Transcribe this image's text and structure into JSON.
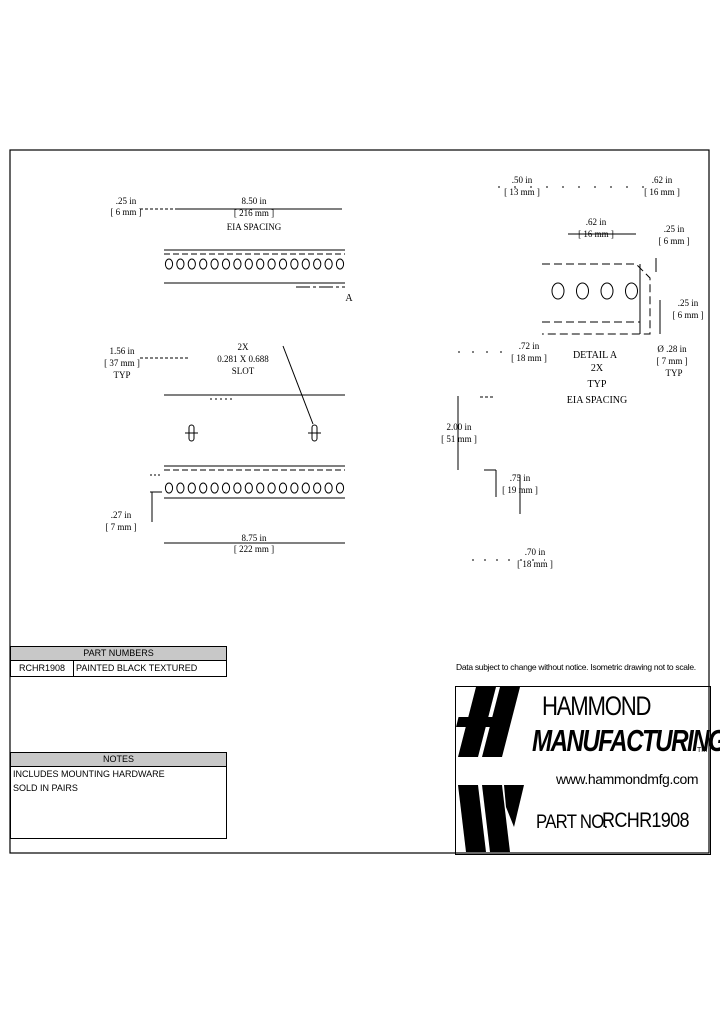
{
  "drawing": {
    "callouts": {
      "a_in": ".25 in",
      "a_mm": "[ 6 mm ]",
      "b_in": "8.50 in",
      "b_mm": "[ 216 mm ]",
      "b_note": "EIA SPACING",
      "detail_ref": "A",
      "c_in": "1.56 in",
      "c_mm": "[ 37 mm ]",
      "c_typ": "TYP",
      "slot_qty": "2X",
      "slot_size": "0.281 X 0.688",
      "slot_word": "SLOT",
      "d_in": ".27 in",
      "d_mm": "[ 7 mm ]",
      "e_in": "8.75 in",
      "e_mm": "[ 222 mm ]"
    },
    "detail": {
      "f_in": ".50 in",
      "f_mm": "[ 13 mm ]",
      "g_in": ".62 in",
      "g_mm": "[ 16 mm ]",
      "h_in": ".62 in",
      "h_mm": "[ 16 mm ]",
      "i_in": ".25 in",
      "i_mm": "[ 6 mm ]",
      "j_in": ".25 in",
      "j_mm": "[ 6 mm ]",
      "k_in": ".72 in",
      "k_mm": "[ 18 mm ]",
      "dia_in": "Ø .28 in",
      "dia_mm": "[ 7 mm ]",
      "dia_typ": "TYP",
      "title": "DETAIL A",
      "qty": "2X",
      "typ": "TYP",
      "note": "EIA SPACING"
    },
    "section": {
      "h_in": "2.00 in",
      "h_mm": "[ 51 mm ]",
      "t_in": ".75 in",
      "t_mm": "[ 19 mm ]",
      "w_in": ".70 in",
      "w_mm": "[ 18 mm ]"
    }
  },
  "part_numbers": {
    "header": "PART NUMBERS",
    "rows": [
      {
        "part": "RCHR1908",
        "desc": "PAINTED BLACK TEXTURED"
      }
    ]
  },
  "notes": {
    "header": "NOTES",
    "lines": [
      "INCLUDES MOUNTING HARDWARE",
      "SOLD IN PAIRS"
    ]
  },
  "disclaimer": "Data subject to change without notice. Isometric drawing not to scale.",
  "title_block": {
    "brand_line1": "HAMMOND",
    "brand_line2": "MANUFACTURING",
    "trademark": "TM",
    "url": "www.hammondmfg.com",
    "part_label": "PART NO.",
    "part_number": "RCHR1908"
  }
}
